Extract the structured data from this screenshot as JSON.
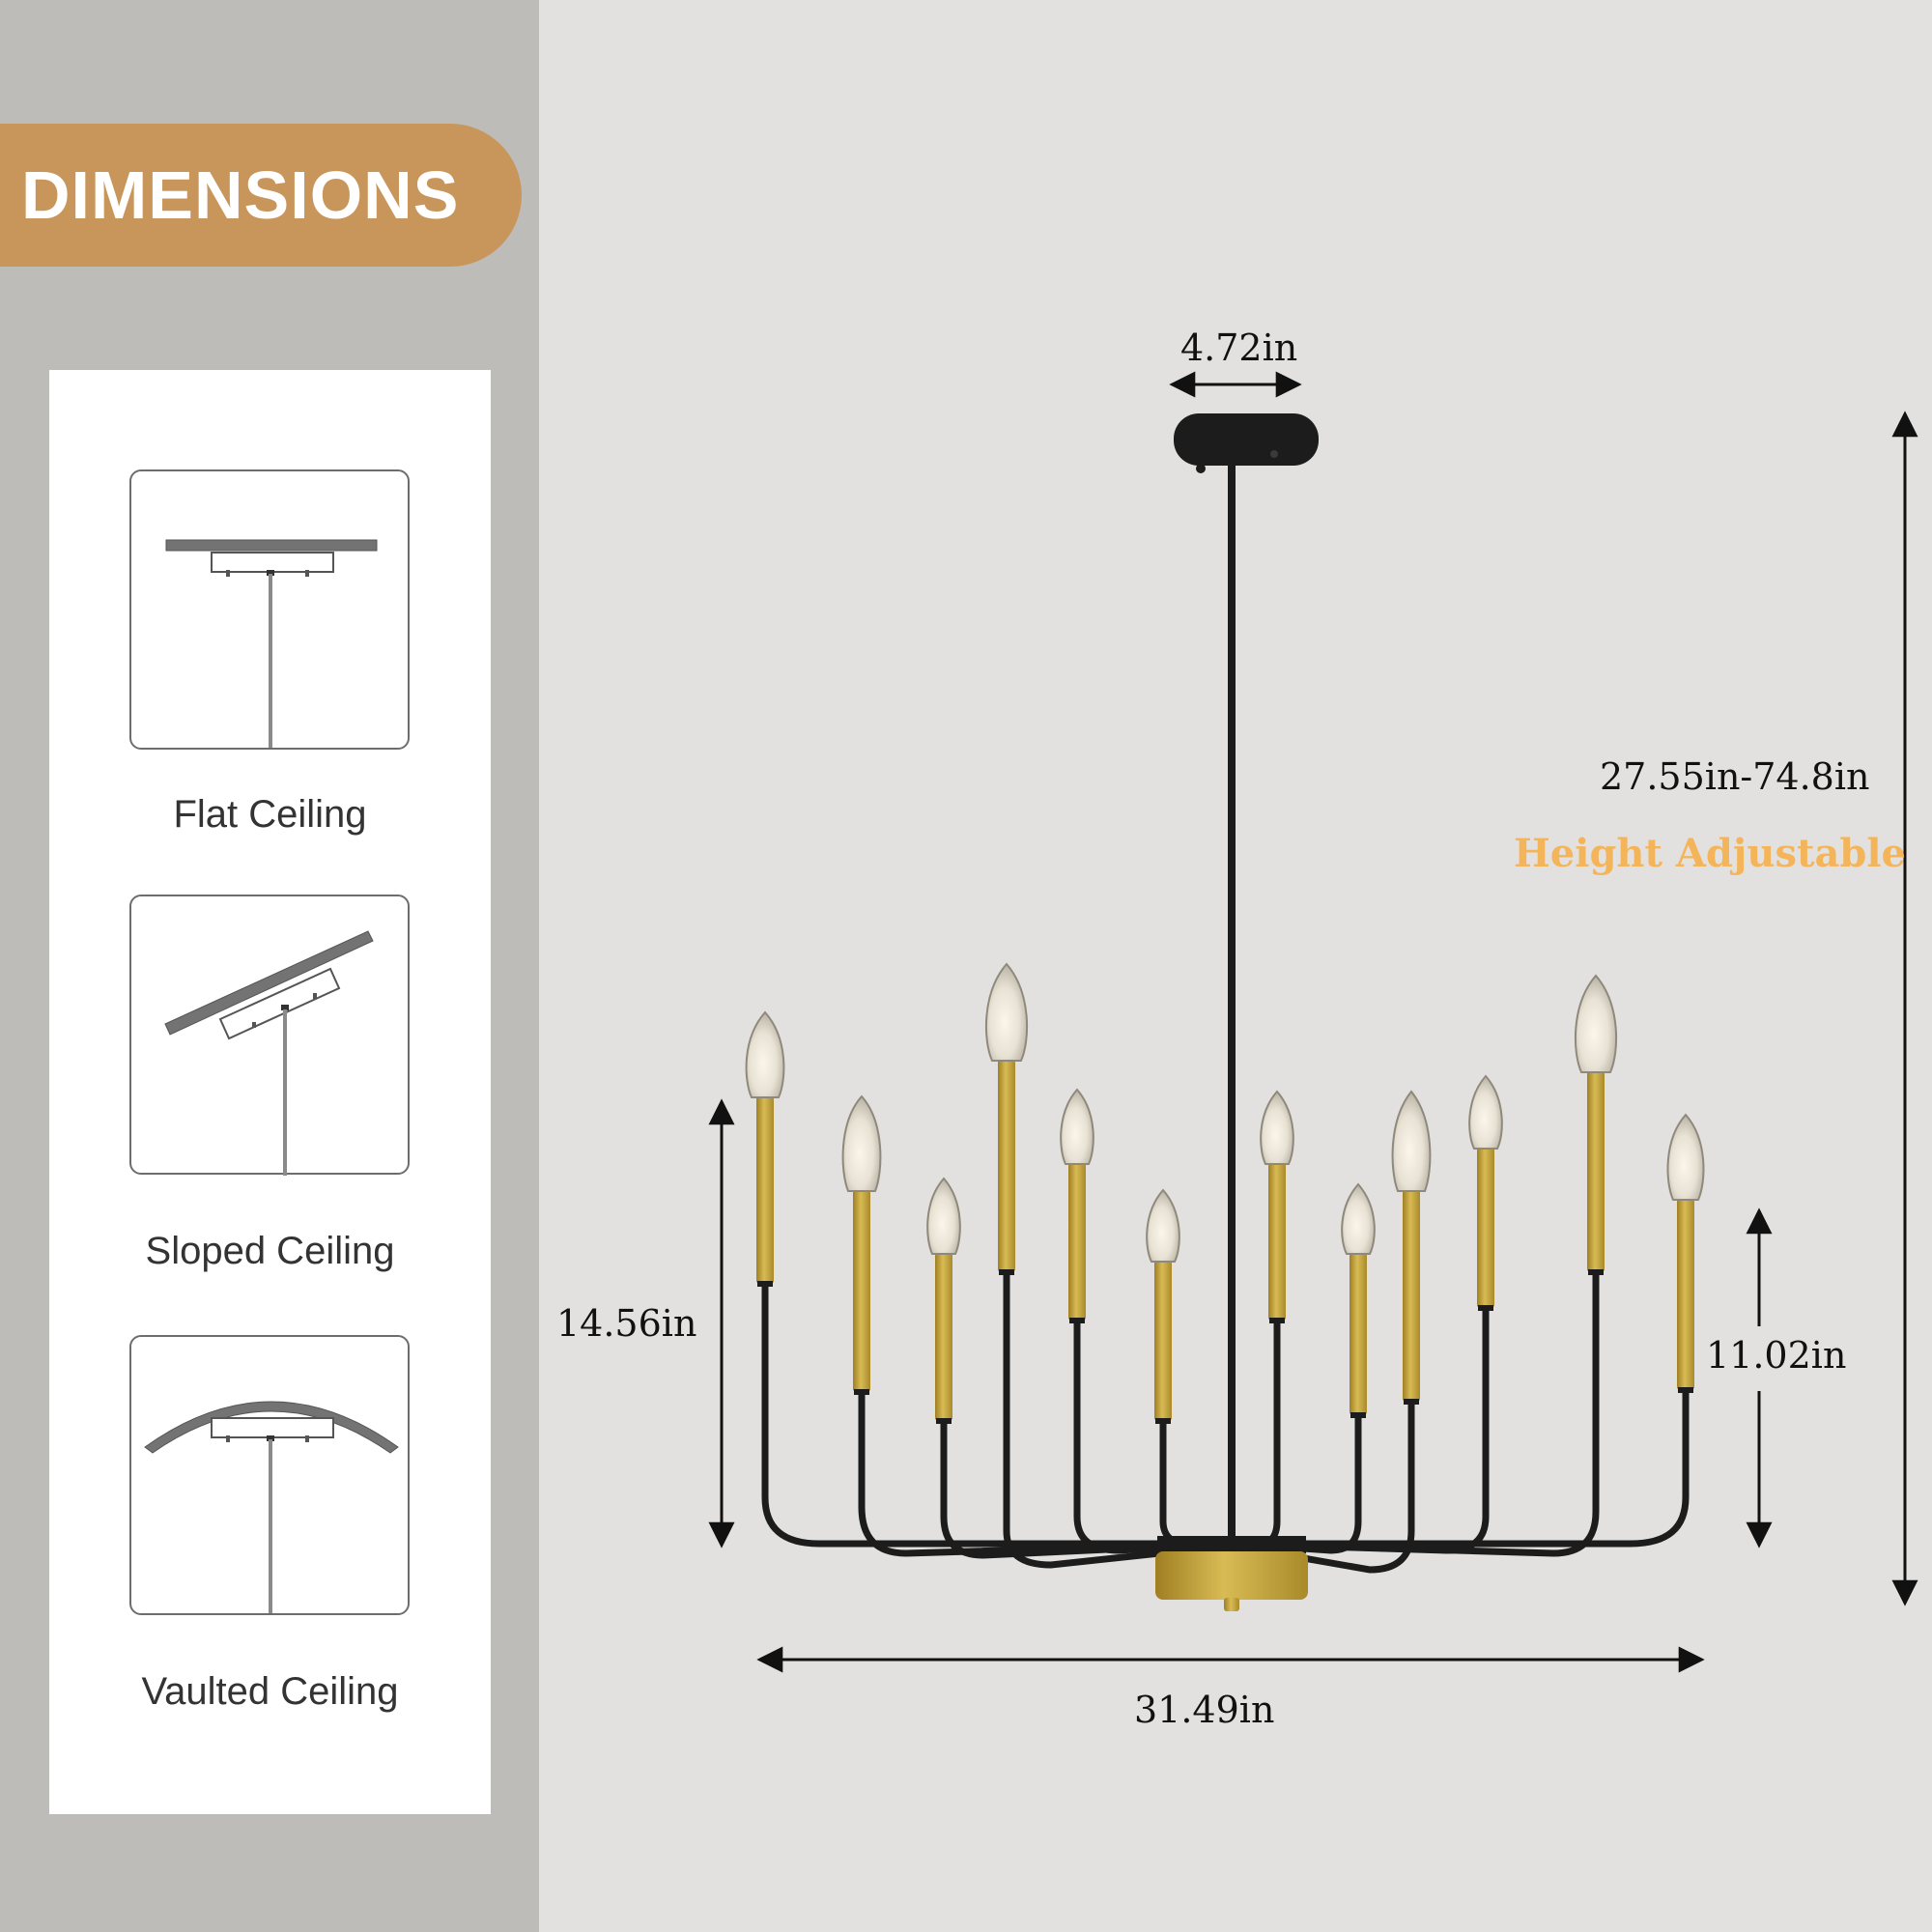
{
  "banner": {
    "title": "DIMENSIONS"
  },
  "ceilings": [
    {
      "label": "Flat Ceiling",
      "icon": "flat-ceiling-icon"
    },
    {
      "label": "Sloped Ceiling",
      "icon": "sloped-ceiling-icon"
    },
    {
      "label": "Vaulted Ceiling",
      "icon": "vaulted-ceiling-icon"
    }
  ],
  "dimensions": {
    "canopy_width": "4.72in",
    "total_height": "27.55in-74.8in",
    "height_note": "Height Adjustable",
    "fixture_height": "14.56in",
    "arm_height": "11.02in",
    "width": "31.49in"
  },
  "colors": {
    "accent": "#c8965a",
    "highlight": "#f4b55a",
    "gold": "#c9a93d",
    "black": "#1a1a1a"
  }
}
